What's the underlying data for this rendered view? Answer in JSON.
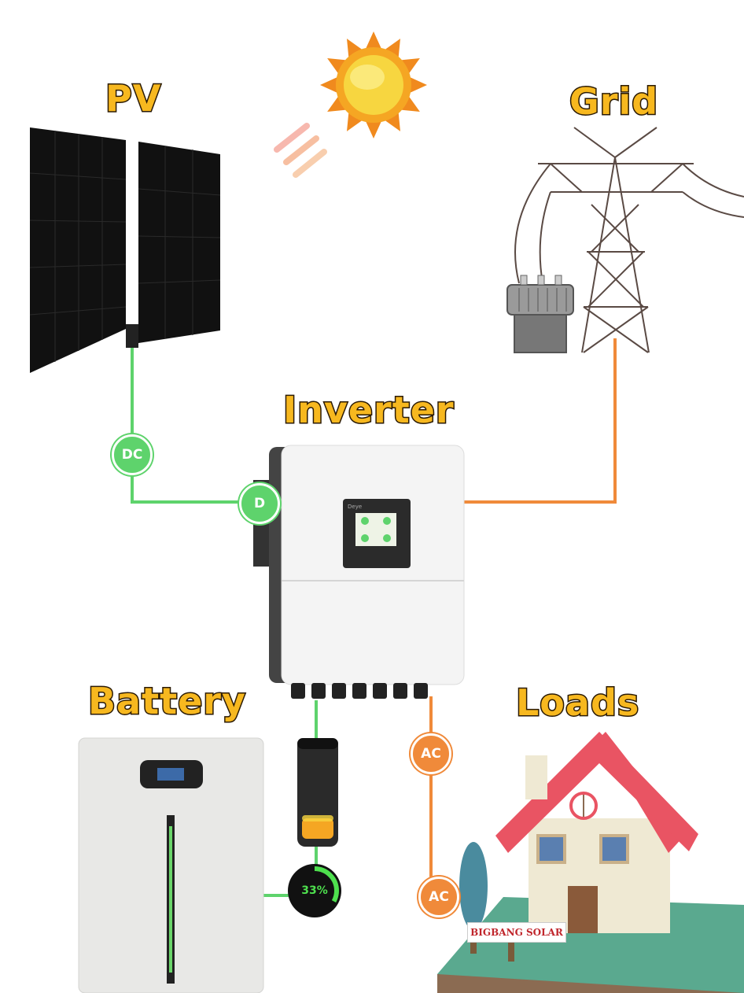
{
  "labels": {
    "pv": "PV",
    "grid": "Grid",
    "inverter": "Inverter",
    "battery": "Battery",
    "loads": "Loads"
  },
  "badges": {
    "dc_pv": "DC",
    "dc_inverter": "D",
    "ac_loads_top": "AC",
    "ac_loads_bottom": "AC"
  },
  "battery_soc": "33%",
  "battery_soc_fraction": 0.33,
  "house_sign": "BIGBANG SOLAR",
  "inverter_brand": "Deye",
  "colors": {
    "dc_line": "#5ed36c",
    "ac_line": "#f08a3a",
    "title_fill": "#f7b81f",
    "title_stroke": "#2a1a05",
    "sun": "#f7c623",
    "roof": "#e95463"
  }
}
